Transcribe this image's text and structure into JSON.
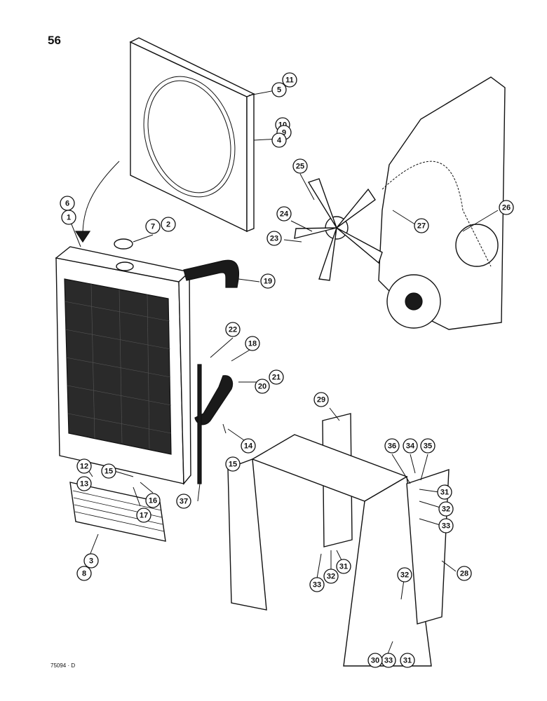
{
  "page": {
    "number": "56",
    "figure_code": "75094 · D"
  },
  "callouts": [
    {
      "label": "11"
    },
    {
      "label": "5"
    },
    {
      "label": "10"
    },
    {
      "label": "9"
    },
    {
      "label": "4"
    },
    {
      "label": "6"
    },
    {
      "label": "1"
    },
    {
      "label": "7"
    },
    {
      "label": "2"
    },
    {
      "label": "25"
    },
    {
      "label": "24"
    },
    {
      "label": "23"
    },
    {
      "label": "27"
    },
    {
      "label": "26"
    },
    {
      "label": "19"
    },
    {
      "label": "22"
    },
    {
      "label": "18"
    },
    {
      "label": "21"
    },
    {
      "label": "20"
    },
    {
      "label": "14"
    },
    {
      "label": "15"
    },
    {
      "label": "15"
    },
    {
      "label": "12"
    },
    {
      "label": "13"
    },
    {
      "label": "16"
    },
    {
      "label": "17"
    },
    {
      "label": "37"
    },
    {
      "label": "3"
    },
    {
      "label": "8"
    },
    {
      "label": "29"
    },
    {
      "label": "36"
    },
    {
      "label": "34"
    },
    {
      "label": "35"
    },
    {
      "label": "31"
    },
    {
      "label": "32"
    },
    {
      "label": "33"
    },
    {
      "label": "33"
    },
    {
      "label": "32"
    },
    {
      "label": "31"
    },
    {
      "label": "28"
    },
    {
      "label": "32"
    },
    {
      "label": "33"
    },
    {
      "label": "31"
    },
    {
      "label": "30"
    }
  ]
}
